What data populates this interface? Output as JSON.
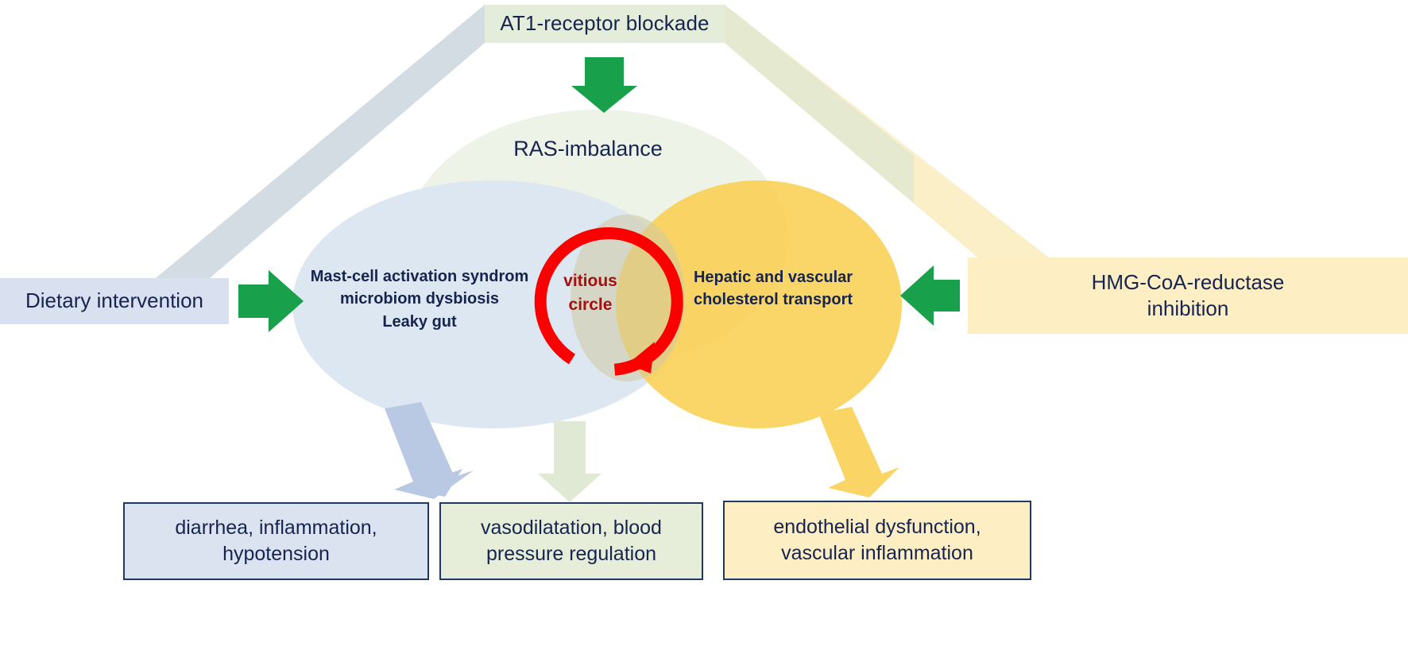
{
  "diagram": {
    "title": "RAS-imbalance vitious circle pathway diagram",
    "colors": {
      "green_arrow": "#18a04a",
      "ras_fill": "#eef3e7",
      "left_ellipse_fill": "#dbe5f1",
      "right_ellipse_fill": "#fad771",
      "center_overlap": "#d8d4b0",
      "red_circle": "#fb0000",
      "box_border": "#1f3864",
      "text_navy": "#16244f",
      "text_red": "#a31010",
      "blue_band": "#c6d3e9",
      "green_band": "#dde8cf",
      "yellow_band": "#fbefc8"
    }
  },
  "interventions": {
    "top": {
      "label": "AT1-receptor  blockade",
      "name": "at1-receptor-blockade"
    },
    "left": {
      "label": "Dietary intervention",
      "name": "dietary-intervention"
    },
    "right": {
      "label": "HMG-CoA-reductase\ninhibition",
      "name": "hmg-coa-reductase-inhibition"
    }
  },
  "venn": {
    "top_circle": {
      "label": "RAS-imbalance"
    },
    "left_circle": {
      "label": "Mast-cell activation syndrom\nmicrobiom  dysbiosis\nLeaky gut"
    },
    "right_circle": {
      "label": "Hepatic and vascular\ncholesterol transport"
    },
    "center": {
      "label": "vitious\ncircle"
    }
  },
  "outcomes": [
    {
      "name": "outcome-left",
      "label": "diarrhea, inflammation,\nhypotension"
    },
    {
      "name": "outcome-middle",
      "label": "vasodilatation, blood\npressure  regulation"
    },
    {
      "name": "outcome-right",
      "label": "endothelial dysfunction,\nvascular inflammation"
    }
  ],
  "arrows": {
    "green_down": "green-down-arrow",
    "green_right": "green-right-arrow",
    "green_left": "green-left-arrow",
    "blue_down": "blue-down-arrow",
    "green_pale_down": "green-pale-down-arrow",
    "yellow_down": "yellow-down-arrow",
    "red_cycle": "red-circular-arrow"
  }
}
